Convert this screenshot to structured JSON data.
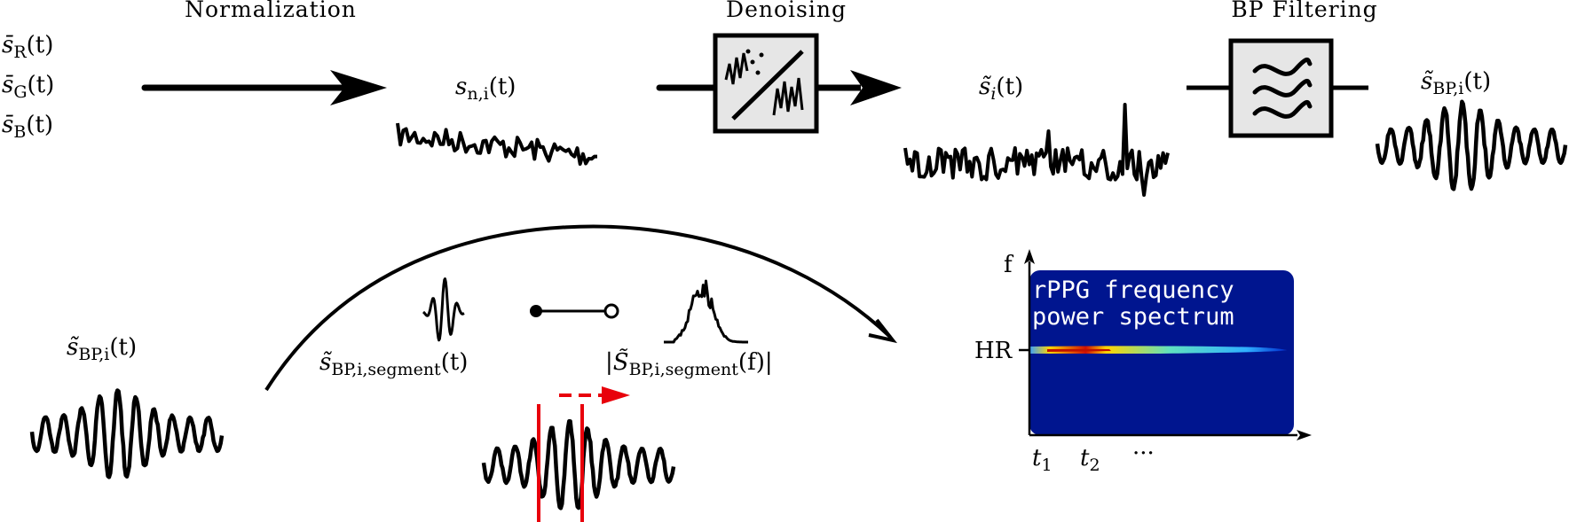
{
  "stages": {
    "normalization": "Normalization",
    "denoising": "Denoising",
    "bp_filtering": "BP Filtering"
  },
  "inputs": {
    "r": {
      "base": "s̄",
      "sub": "R",
      "arg": "(t)"
    },
    "g": {
      "base": "s̄",
      "sub": "G",
      "arg": "(t)"
    },
    "b": {
      "base": "s̄",
      "sub": "B",
      "arg": "(t)"
    }
  },
  "signals": {
    "normalized": {
      "base": "s",
      "sub": "n,i",
      "arg": "(t)"
    },
    "denoised": {
      "base": "s̃",
      "sub": "i",
      "arg": "(t)"
    },
    "bandpassed": {
      "base": "s̃",
      "sub": "BP,i",
      "arg": "(t)"
    },
    "bandpassed_lower": {
      "base": "s̃",
      "sub": "BP,i",
      "arg": "(t)"
    },
    "segment_time": {
      "base": "s̃",
      "sub": "BP,i,segment",
      "arg": "(t)"
    },
    "segment_freq": {
      "pre": "|",
      "base": "S̃",
      "sub": "BP,i,segment",
      "arg": "(f)|"
    }
  },
  "spectrum": {
    "title_line1": "rPPG frequency",
    "title_line2": "power spectrum",
    "y_axis_label": "f",
    "hr_label": "HR",
    "x_tick_1": {
      "base": "t",
      "sub": "1"
    },
    "x_tick_2": {
      "base": "t",
      "sub": "2"
    },
    "x_ellipsis": "···",
    "bg_color": "#00158f",
    "band_color": "#30b0ff"
  },
  "colors": {
    "window": "#e8000b",
    "block_fill": "#e6e6e6"
  }
}
